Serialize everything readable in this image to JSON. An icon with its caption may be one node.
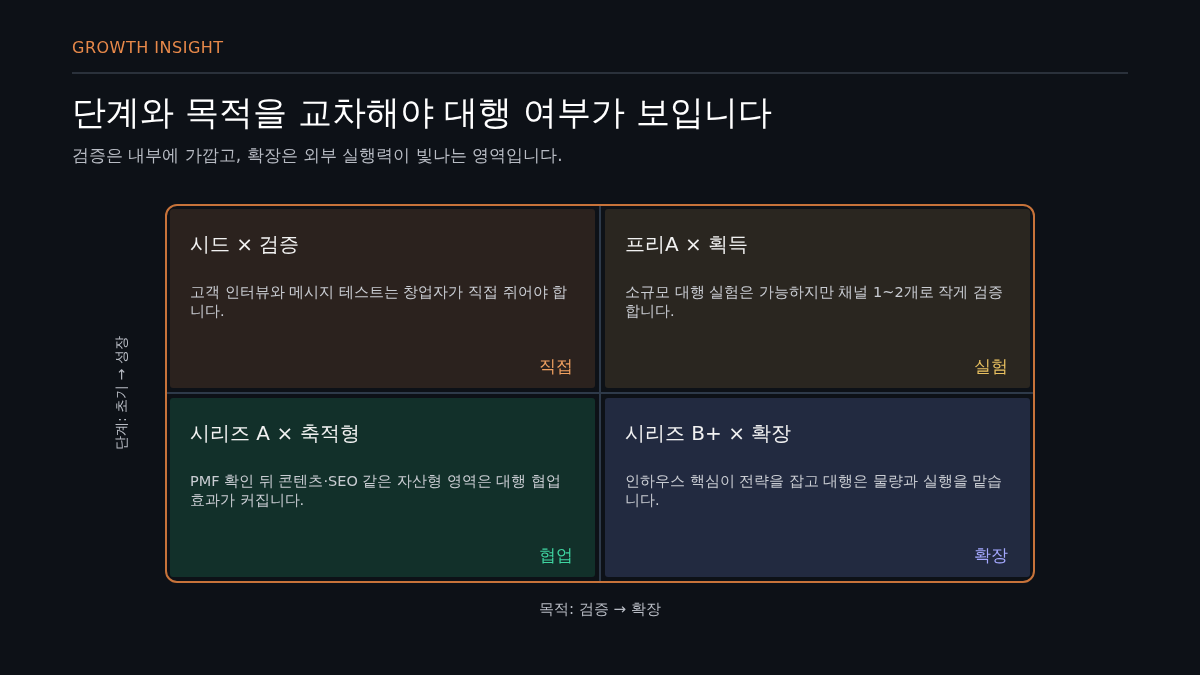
{
  "diagram": {
    "title": "단계와 목적을 교차해야 대행 여부가 보입니다",
    "nodes": [
      {
        "text": [
          "시드 × 검증",
          "고객 인터뷰와 메시지 테스트는 창업자가 직접 쥐어야 합니다.",
          "직접"
        ]
      },
      {
        "text": [
          "프리A × 획득",
          "소규모 대행 실험은 가능하지만 채널 1~2개로 작게 검증합니다.",
          "실험"
        ]
      },
      {
        "text": [
          "시리즈 A × 축적형",
          "PMF 확인 뒤 콘텐츠·SEO 같은 자산형 영역은 대행 협업 효과가 커집니다.",
          "협업"
        ]
      },
      {
        "text": [
          "시리즈 B+ × 확장",
          "인하우스 핵심이 전략을 잡고 대행은 물량과 실행을 맡습니다.",
          "확장"
        ]
      }
    ],
    "labels": [
      "GROWTH INSIGHT",
      "검증은 내부에 가깝고, 확장은 외부 실행력이 빛나는 영역입니다.",
      "단계: 초기 → 성장",
      "목적: 검증 → 확장"
    ]
  }
}
